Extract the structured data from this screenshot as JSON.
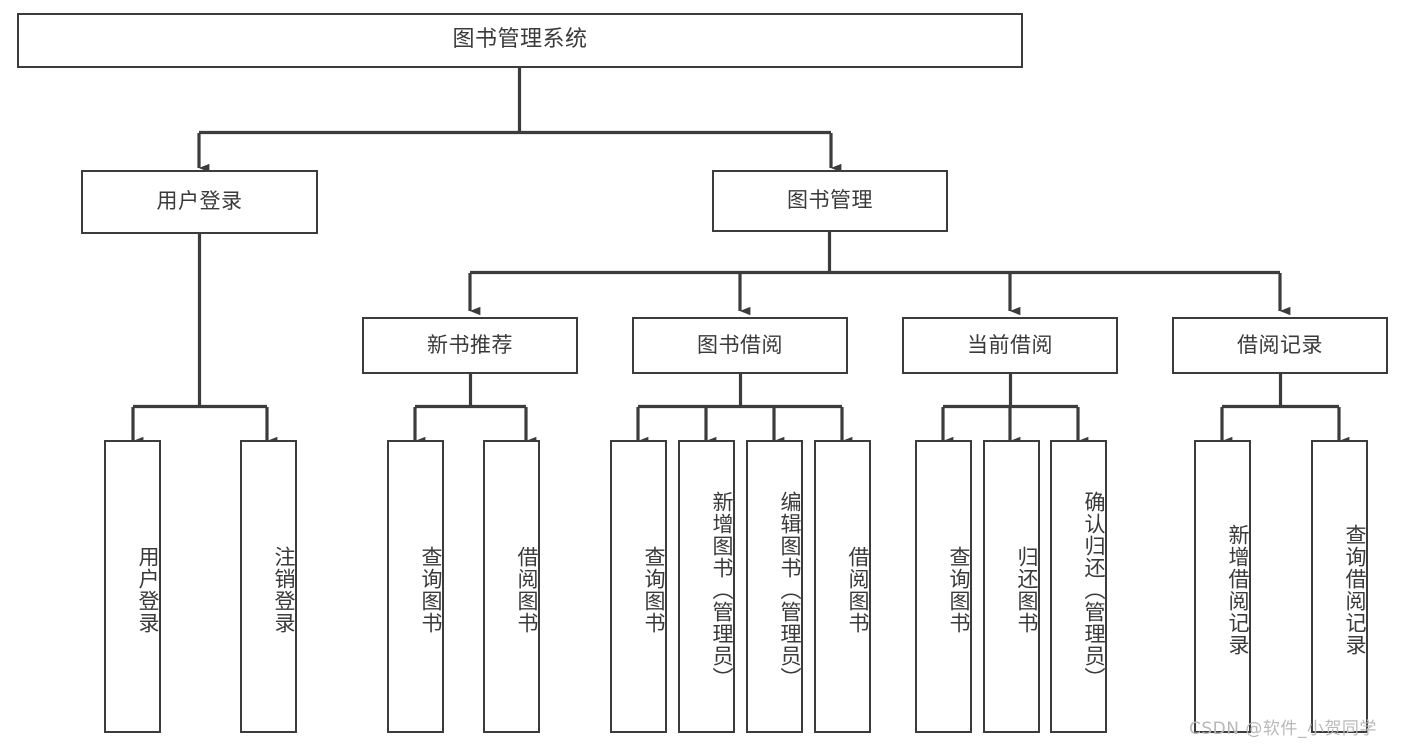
{
  "diagram": {
    "title": "图书管理系统",
    "type": "hierarchy-tree",
    "root": {
      "label": "图书管理系统"
    },
    "level1": [
      {
        "label": "用户登录"
      },
      {
        "label": "图书管理"
      }
    ],
    "level2": [
      {
        "label": "新书推荐"
      },
      {
        "label": "图书借阅"
      },
      {
        "label": "当前借阅"
      },
      {
        "label": "借阅记录"
      }
    ],
    "leaves": {
      "user_login": [
        {
          "label": "用户登录"
        },
        {
          "label": "注销登录"
        }
      ],
      "new_book_recommend": [
        {
          "label": "查询图书"
        },
        {
          "label": "借阅图书"
        }
      ],
      "book_borrow": [
        {
          "label": "查询图书"
        },
        {
          "label": "新增图书（管理员）"
        },
        {
          "label": "编辑图书（管理员）"
        },
        {
          "label": "借阅图书"
        }
      ],
      "current_borrow": [
        {
          "label": "查询图书"
        },
        {
          "label": "归还图书"
        },
        {
          "label": "确认归还（管理员）"
        }
      ],
      "borrow_record": [
        {
          "label": "新增借阅记录"
        },
        {
          "label": "查询借阅记录"
        }
      ]
    }
  },
  "watermark": {
    "text": "CSDN @软件_小贺同学"
  },
  "colors": {
    "stroke": "#3c3c3c",
    "text": "#3a3a3a",
    "background": "#ffffff",
    "watermark": "#b9b9b9"
  }
}
